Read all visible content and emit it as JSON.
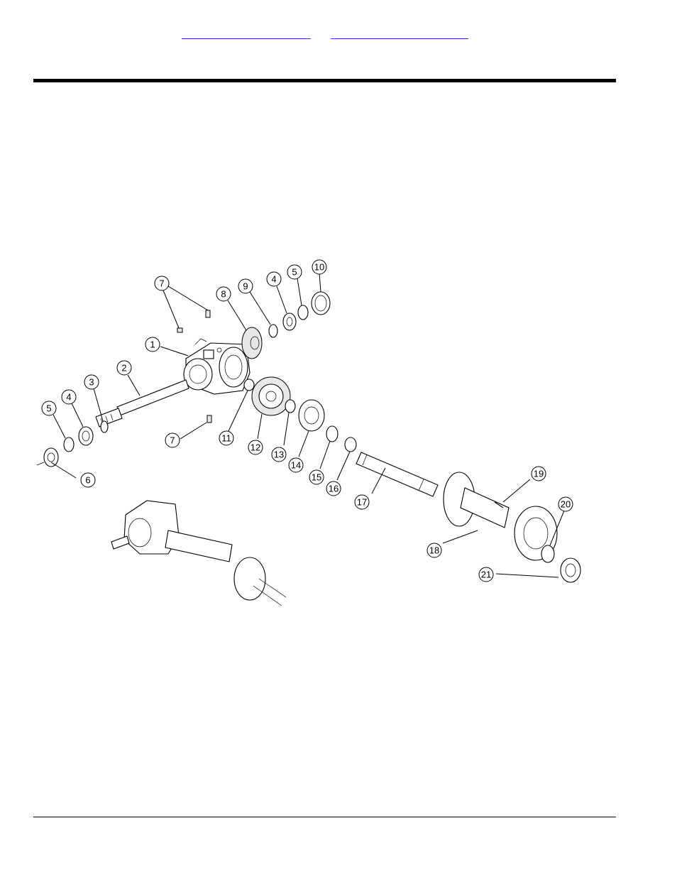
{
  "header": {
    "links": [
      {
        "label": ""
      },
      {
        "label": ""
      }
    ]
  },
  "diagram": {
    "callouts": [
      "7",
      "7",
      "7",
      "8",
      "9",
      "4",
      "5",
      "10",
      "1",
      "2",
      "3",
      "4",
      "5",
      "6",
      "11",
      "12",
      "13",
      "14",
      "15",
      "16",
      "17",
      "18",
      "19",
      "20",
      "21"
    ]
  }
}
